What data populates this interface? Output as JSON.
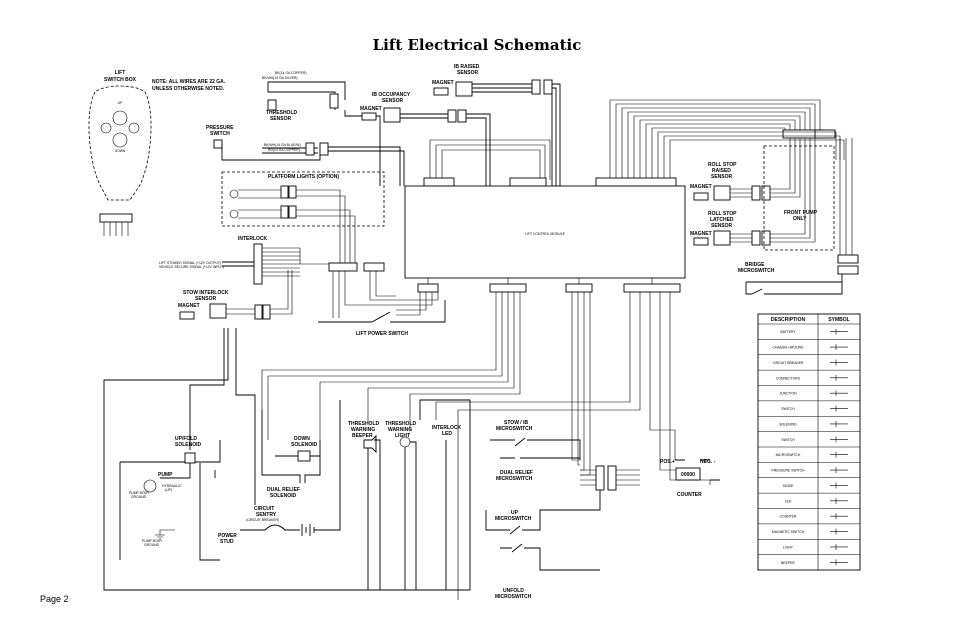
{
  "title": "Lift Electrical Schematic",
  "page": "Page 2",
  "note": [
    "NOTE:  ALL WIRES ARE 22 GA.",
    "UNLESS OTHERWISE NOTED."
  ],
  "switch_box": {
    "label": [
      "LIFT",
      "SWITCH BOX"
    ],
    "up": "UP",
    "down": "DOWN"
  },
  "module": "LIFT CONTROL MODULE",
  "components": {
    "threshold_sensor": [
      "THRESHOLD",
      "SENSOR"
    ],
    "pressure_switch": [
      "PRESSURE",
      "SWITCH"
    ],
    "ib_occupancy": [
      "IB OCCUPANCY",
      "SENSOR"
    ],
    "ib_raised": [
      "IB RAISED",
      "SENSOR"
    ],
    "magnet": "MAGNET",
    "platform_lights": "PLATFORM LIGHTS (OPTION)",
    "interlock": "INTERLOCK",
    "stow_interlock": [
      "STOW INTERLOCK",
      "SENSOR"
    ],
    "lift_power_switch": "LIFT POWER SWITCH",
    "roll_stop_raised": [
      "ROLL STOP",
      "RAISED",
      "SENSOR"
    ],
    "roll_stop_latched": [
      "ROLL STOP",
      "LATCHED",
      "SENSOR"
    ],
    "front_pump": [
      "FRONT PUMP",
      "ONLY"
    ],
    "bridge_microswitch": [
      "BRIDGE",
      "MICROSWITCH"
    ],
    "up_fold_solenoid": [
      "UP/FOLD",
      "SOLENOID"
    ],
    "pump": "PUMP",
    "hydraulic": [
      "HYDRAULIC",
      "(UP)"
    ],
    "pump_body_ground": [
      "PUMP BODY",
      "GROUND"
    ],
    "down_solenoid": [
      "DOWN",
      "SOLENOID"
    ],
    "dual_relief_solenoid": [
      "DUAL RELIEF",
      "SOLENOID"
    ],
    "circuit_sentry": [
      "CIRCUIT",
      "SENTRY",
      "(CIRCUIT BREAKER)"
    ],
    "power_stud": [
      "POWER",
      "STUD"
    ],
    "threshold_beeper": [
      "THRESHOLD",
      "WARNING",
      "BEEPER"
    ],
    "threshold_light": [
      "THRESHOLD",
      "WARNING",
      "LIGHT"
    ],
    "interlock_led": [
      "INTERLOCK",
      "LED"
    ],
    "stow_ib_microswitch": [
      "STOW / IB",
      "MICROSWITCH"
    ],
    "dual_relief_microswitch": [
      "DUAL RELIEF",
      "MICROSWITCH"
    ],
    "up_microswitch": [
      "UP",
      "MICROSWITCH"
    ],
    "unfold_microswitch": [
      "UNFOLD",
      "MICROSWITCH"
    ],
    "counter": "COUNTER",
    "counter_value": "00000",
    "pos": "POS.+",
    "neg": "NEG. -"
  },
  "wire_notes": {
    "bk_copper": "BK(14 GA COPPER)",
    "bk_wh_silver": "BK/WH(14 GA SILVER)",
    "bk_wh_blue": "BK/WH(14 GA BLUE/W)",
    "rd_copper": "RD(14 GA COPPER)",
    "lift_stowed": "LIFT STOWED SIGNAL (+12V OUTPUT)",
    "vehicle_secure": "VEHICLE SECURE SIGNAL (+12V INPUT)"
  },
  "legend": {
    "headers": [
      "DESCRIPTION",
      "SYMBOL"
    ],
    "rows": [
      "BATTERY",
      "CHASSIS GROUND",
      "CIRCUIT BREAKER",
      "CONNECTORS",
      "JUNCTION",
      "SWITCH",
      "SOLENOID",
      "SWITCH",
      "MICROSWITCH",
      "PRESSURE SWITCH",
      "DIODE",
      "LED",
      "COUNTER",
      "MAGNETIC SWITCH",
      "LIGHT",
      "BEEPER"
    ]
  }
}
